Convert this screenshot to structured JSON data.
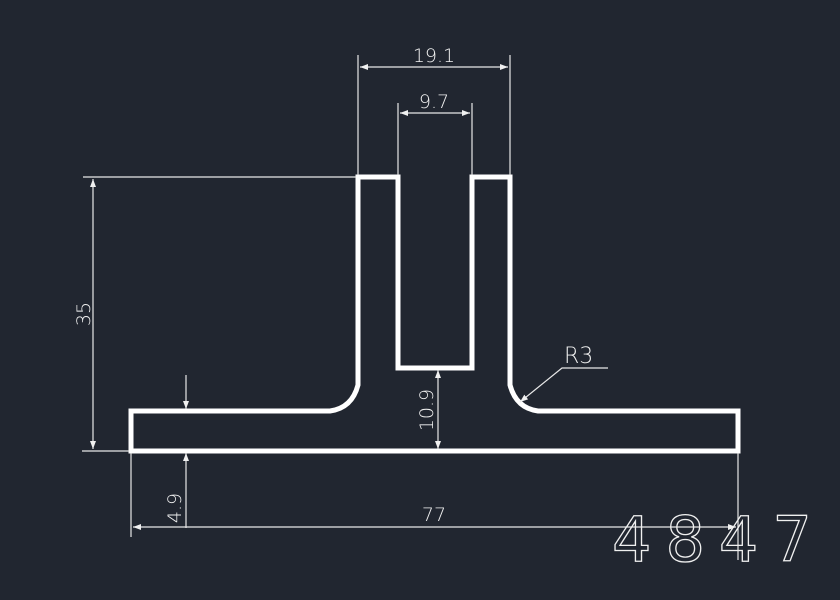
{
  "drawing": {
    "part_number": "4847",
    "dimensions": {
      "top_width": "19.1",
      "slot_width": "9.7",
      "height": "35",
      "flange_thickness": "4.9",
      "slot_bottom_thickness": "10.9",
      "total_width": "77",
      "radius": "R3"
    },
    "colors": {
      "background": "#212630",
      "lines": "#ffffff"
    }
  }
}
